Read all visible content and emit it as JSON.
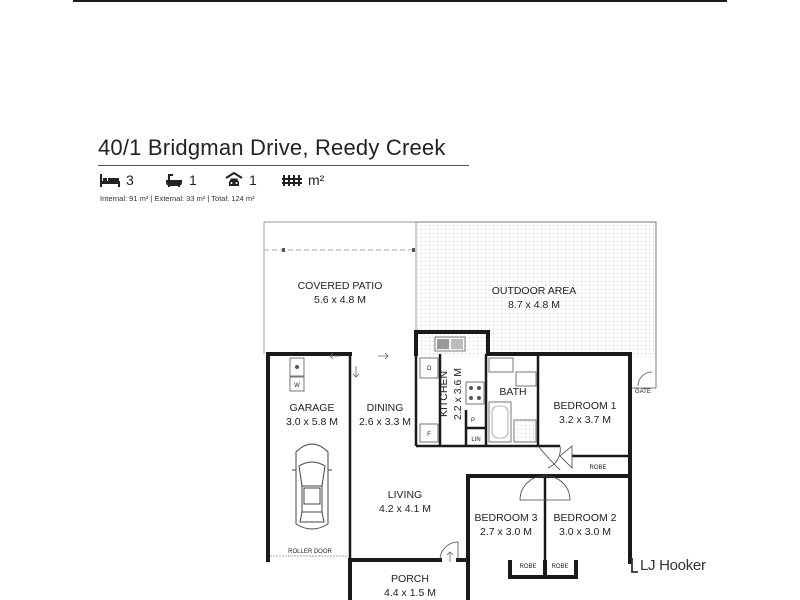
{
  "listing": {
    "address": "40/1 Bridgman Drive, Reedy Creek",
    "bedrooms": "3",
    "bathrooms": "1",
    "car_spaces": "1",
    "land_unit": "m²",
    "areas": "Internal: 91 m²  |  External: 33 m²  |  Total: 124 m²"
  },
  "rooms": {
    "covered_patio": {
      "name": "COVERED PATIO",
      "size": "5.6 x 4.8 M"
    },
    "outdoor_area": {
      "name": "OUTDOOR AREA",
      "size": "8.7 x 4.8 M"
    },
    "garage": {
      "name": "GARAGE",
      "size": "3.0 x 5.8 M"
    },
    "dining": {
      "name": "DINING",
      "size": "2.6 x 3.3 M"
    },
    "kitchen": {
      "name": "KITCHEN",
      "size": "2.2 x 3.6 M"
    },
    "bath": {
      "name": "BATH"
    },
    "bedroom1": {
      "name": "BEDROOM 1",
      "size": "3.2 x 3.7 M"
    },
    "living": {
      "name": "LIVING",
      "size": "4.2 x 4.1 M"
    },
    "bedroom3": {
      "name": "BEDROOM 3",
      "size": "2.7 x 3.0 M"
    },
    "bedroom2": {
      "name": "BEDROOM 2",
      "size": "3.0 x 3.0 M"
    },
    "porch": {
      "name": "PORCH",
      "size": "4.4 x 1.5 M"
    }
  },
  "fixtures": {
    "washer": "W",
    "oven": "O",
    "fridge": "F",
    "pantry": "P",
    "linen": "LIN",
    "robe": "ROBE",
    "gate": "GATE",
    "roller_door": "ROLLER DOOR"
  },
  "brand": {
    "name": "LJ Hooker"
  },
  "icons": [
    "bed-icon",
    "bath-icon",
    "car-icon",
    "land-area-icon"
  ]
}
